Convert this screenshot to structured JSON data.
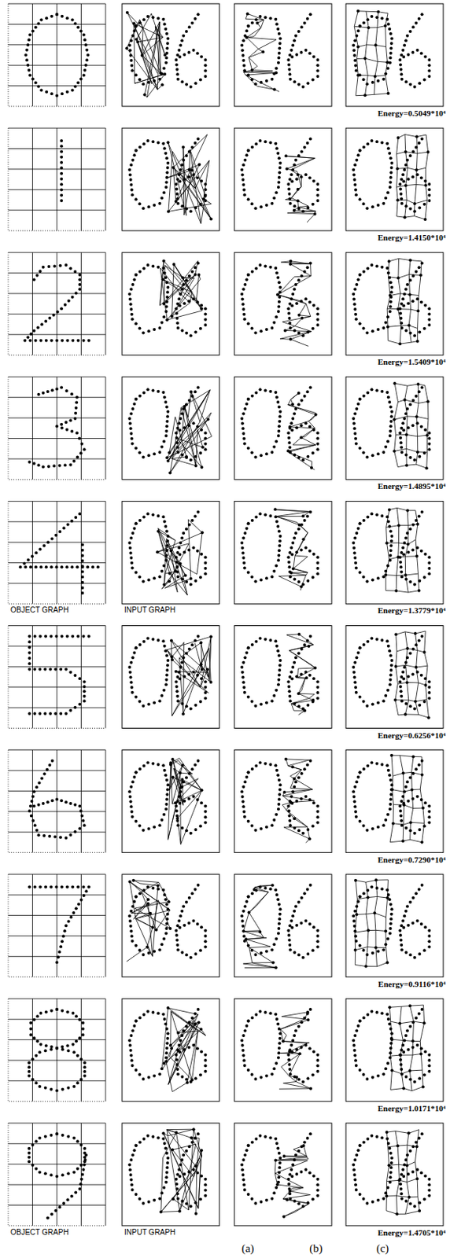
{
  "diagram": {
    "labels": [
      "Energy=0.5049*10⁴",
      "Energy=1.4150*10⁴",
      "Energy=1.5409*10⁴",
      "Energy=1.4895*10⁴",
      "Energy=1.3779*10⁴",
      "OBJECT GRAPH",
      "INPUT GRAPH",
      "Energy=0.6256*10⁴",
      "Energy=0.7290*10⁴",
      "Energy=0.9116*10⁴",
      "Energy=1.0171*10⁴",
      "Energy=1.4705*10⁴",
      "OBJECT GRAPH",
      "INPUT GRAPH",
      "(a)",
      "(b)",
      "(c)"
    ]
  }
}
